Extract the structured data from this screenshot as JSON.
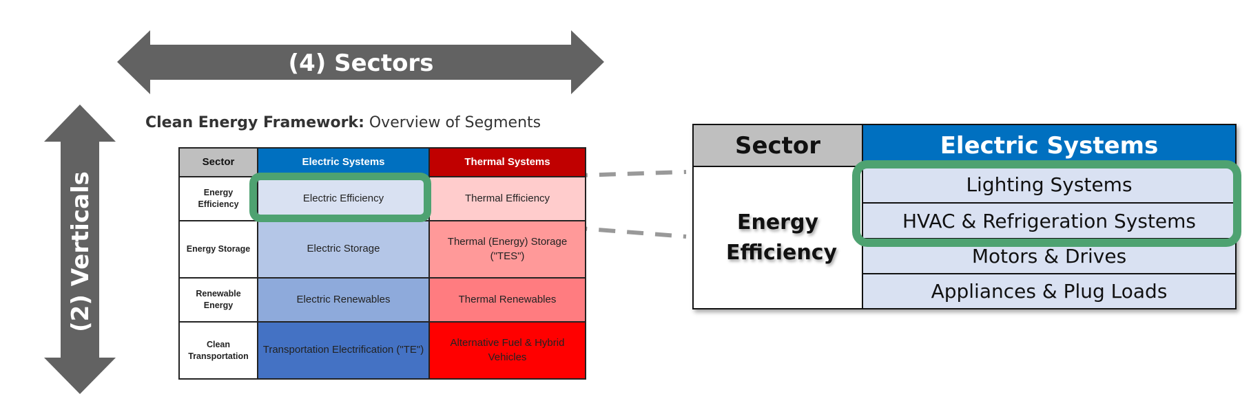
{
  "arrows": {
    "horizontal_label": "(4) Sectors",
    "vertical_label": "(2) Verticals",
    "color": "#626262"
  },
  "subtitle": {
    "bold": "Clean Energy Framework:",
    "regular": " Overview of Segments"
  },
  "framework_table": {
    "headers": [
      "Sector",
      "Electric Systems",
      "Thermal Systems"
    ],
    "header_colors": [
      "#bfbfbf",
      "#0070c0",
      "#c00000"
    ],
    "rows": [
      {
        "vertical": "Energy Efficiency",
        "electric": "Electric Efficiency",
        "thermal": "Thermal Efficiency",
        "electric_color": "#d9e1f2",
        "thermal_color": "#ffcccc"
      },
      {
        "vertical": "Energy Storage",
        "electric": "Electric Storage",
        "thermal": "Thermal (Energy) Storage (\"TES\")",
        "electric_color": "#b4c6e7",
        "thermal_color": "#ff9999"
      },
      {
        "vertical": "Renewable Energy",
        "electric": "Electric Renewables",
        "thermal": "Thermal Renewables",
        "electric_color": "#8eaadb",
        "thermal_color": "#ff7c80"
      },
      {
        "vertical": "Clean Transportation",
        "electric": "Transportation Electrification (\"TE\")",
        "thermal": "Alternative Fuel & Hybrid Vehicles",
        "electric_color": "#4472c4",
        "thermal_color": "#ff0000"
      }
    ],
    "highlighted_cell": "Electric Efficiency"
  },
  "detail_table": {
    "headers": [
      "Sector",
      "Electric Systems"
    ],
    "vertical": "Energy Efficiency",
    "items": [
      "Lighting Systems",
      "HVAC & Refrigeration Systems",
      "Motors & Drives",
      "Appliances & Plug Loads"
    ],
    "highlighted_items": [
      "Lighting Systems",
      "HVAC & Refrigeration Systems"
    ]
  },
  "colors": {
    "highlight_green": "#4ea271",
    "connector_gray": "#999999"
  }
}
